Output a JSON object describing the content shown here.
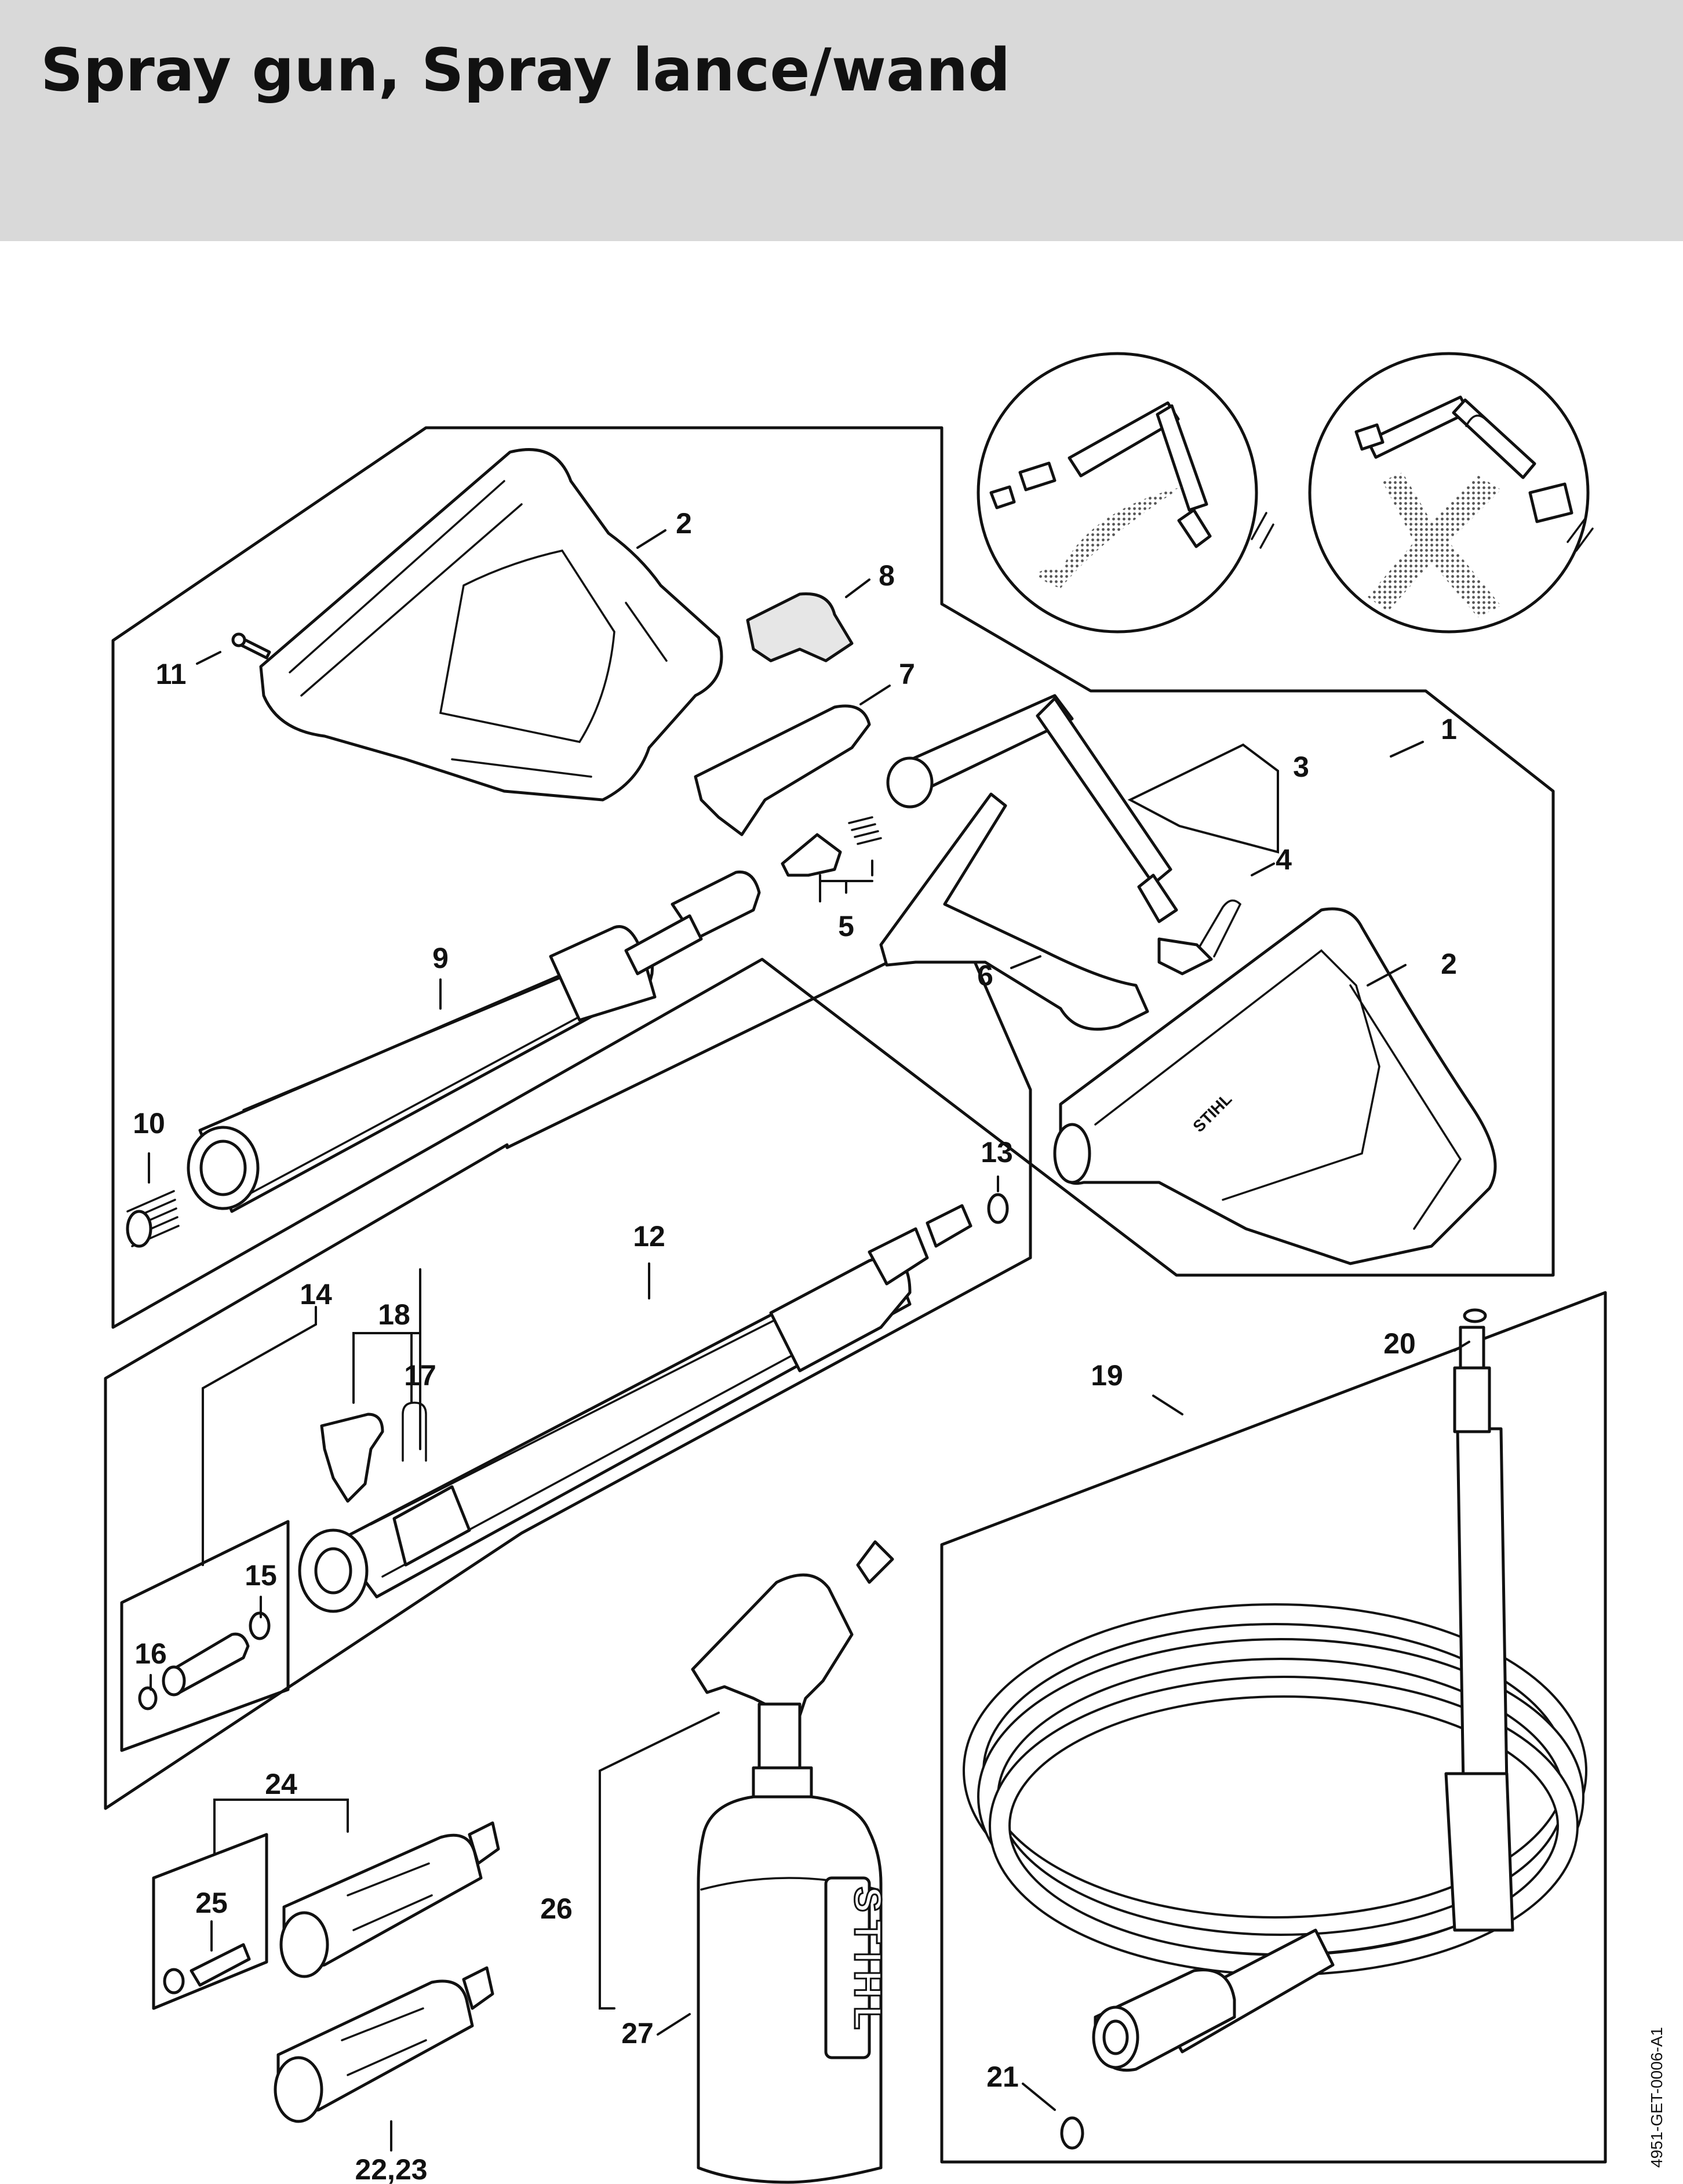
{
  "title": "Spray gun, Spray lance/wand",
  "callouts": {
    "c1": "1",
    "c2a": "2",
    "c2b": "2",
    "c3": "3",
    "c4": "4",
    "c5": "5",
    "c6": "6",
    "c7": "7",
    "c8": "8",
    "c9": "9",
    "c10": "10",
    "c11": "11",
    "c12": "12",
    "c13": "13",
    "c14": "14",
    "c15": "15",
    "c16": "16",
    "c17": "17",
    "c18": "18",
    "c19": "19",
    "c20": "20",
    "c21": "21",
    "c22": "22,23",
    "c24": "24",
    "c25": "25",
    "c26": "26",
    "c27": "27"
  },
  "brand_label": "STIHL",
  "reference_code": "4951-GET-0006-A1",
  "icons": [
    "check-mark-icon",
    "x-mark-icon"
  ]
}
